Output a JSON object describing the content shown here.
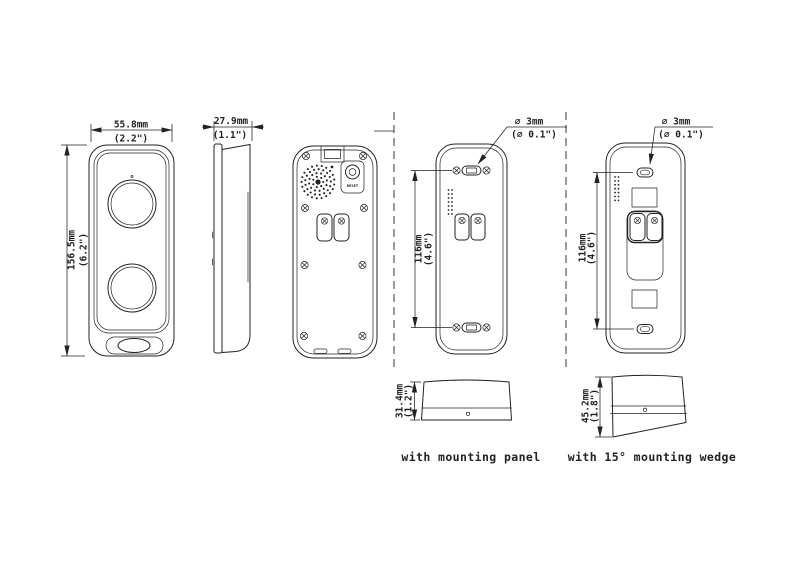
{
  "colors": {
    "ink": "#222222",
    "background": "#ffffff"
  },
  "front": {
    "width_mm": "55.8mm",
    "width_in": "(2.2\")",
    "height_mm": "156.5mm",
    "height_in": "(6.2\")"
  },
  "side": {
    "depth_mm": "27.9mm",
    "depth_in": "(1.1\")"
  },
  "back": {
    "reset_label": "RESET"
  },
  "panel": {
    "hole_mm": "∅ 3mm",
    "hole_in": "(∅ 0.1\")",
    "pitch_mm": "116mm",
    "pitch_in": "(4.6\")",
    "height_mm": "31.4mm",
    "height_in": "(1.2\")",
    "caption": "with mounting panel"
  },
  "wedge": {
    "hole_mm": "∅ 3mm",
    "hole_in": "(∅ 0.1\")",
    "pitch_mm": "116mm",
    "pitch_in": "(4.6\")",
    "height_mm": "45.2mm",
    "height_in": "(1.8\")",
    "caption": "with 15° mounting wedge"
  }
}
